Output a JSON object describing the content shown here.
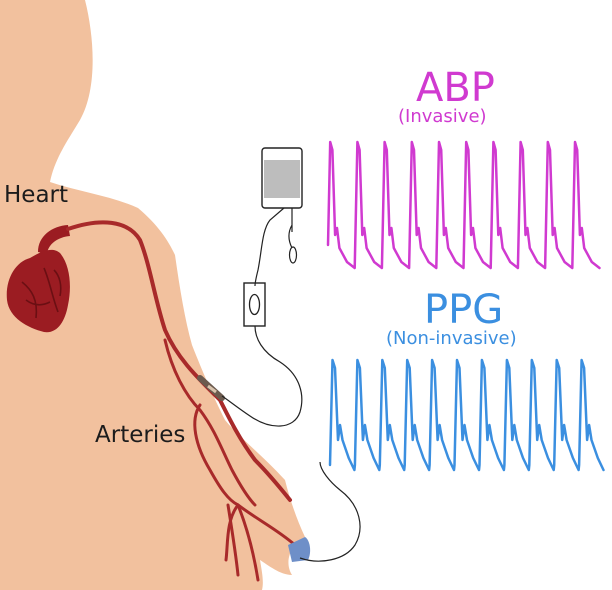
{
  "labels": {
    "heart": "Heart",
    "arteries": "Arteries",
    "abp_title": "ABP",
    "abp_subtitle": "(Invasive)",
    "ppg_title": "PPG",
    "ppg_subtitle": "(Non-invasive)"
  },
  "colors": {
    "skin": "#f2c19e",
    "artery": "#a82a2a",
    "heart": "#9b1c22",
    "abp": "#d03ad0",
    "ppg": "#3b8fe0",
    "cable": "#222222",
    "bag_fill": "#bdbdbd",
    "sensor": "#6e8fc8"
  },
  "icons": {
    "heart": "heart-anatomy-icon",
    "pressure_bag": "pressure-bag-icon",
    "transducer": "transducer-icon",
    "finger_sensor": "finger-sensor-icon"
  },
  "waveforms": {
    "abp": {
      "beats": 10
    },
    "ppg": {
      "beats": 11
    }
  }
}
